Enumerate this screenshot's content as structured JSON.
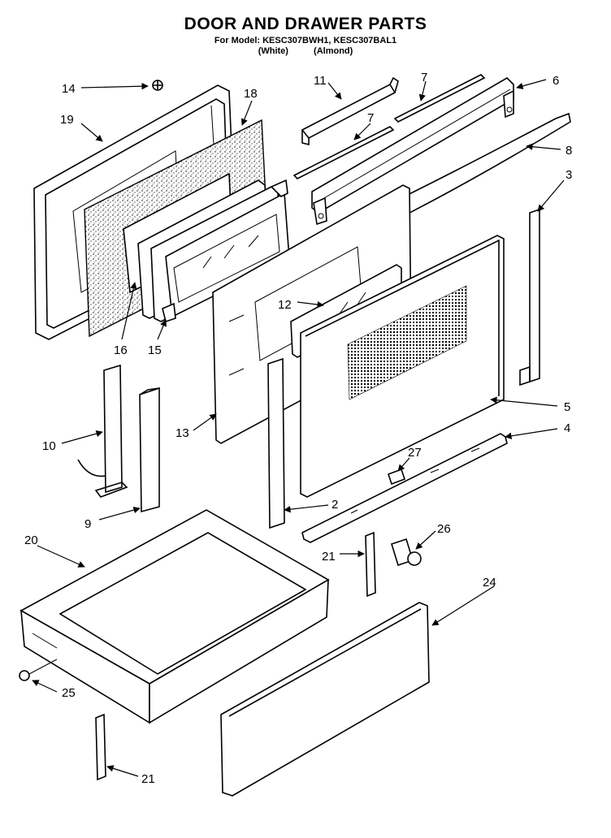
{
  "header": {
    "title": "DOOR AND DRAWER PARTS",
    "model_line": "For Model: KESC307BWH1, KESC307BAL1",
    "variant_1": "(White)",
    "variant_2": "(Almond)"
  },
  "callouts": [
    {
      "id": "c14",
      "label": "14"
    },
    {
      "id": "c19",
      "label": "19"
    },
    {
      "id": "c18",
      "label": "18"
    },
    {
      "id": "c11",
      "label": "11"
    },
    {
      "id": "c7a",
      "label": "7"
    },
    {
      "id": "c7b",
      "label": "7"
    },
    {
      "id": "c6",
      "label": "6"
    },
    {
      "id": "c8",
      "label": "8"
    },
    {
      "id": "c3",
      "label": "3"
    },
    {
      "id": "c16",
      "label": "16"
    },
    {
      "id": "c15",
      "label": "15"
    },
    {
      "id": "c12",
      "label": "12"
    },
    {
      "id": "c13",
      "label": "13"
    },
    {
      "id": "c10",
      "label": "10"
    },
    {
      "id": "c9",
      "label": "9"
    },
    {
      "id": "c5",
      "label": "5"
    },
    {
      "id": "c4",
      "label": "4"
    },
    {
      "id": "c27",
      "label": "27"
    },
    {
      "id": "c2",
      "label": "2"
    },
    {
      "id": "c20",
      "label": "20"
    },
    {
      "id": "c26",
      "label": "26"
    },
    {
      "id": "c21a",
      "label": "21"
    },
    {
      "id": "c24",
      "label": "24"
    },
    {
      "id": "c25",
      "label": "25"
    },
    {
      "id": "c21b",
      "label": "21"
    }
  ]
}
